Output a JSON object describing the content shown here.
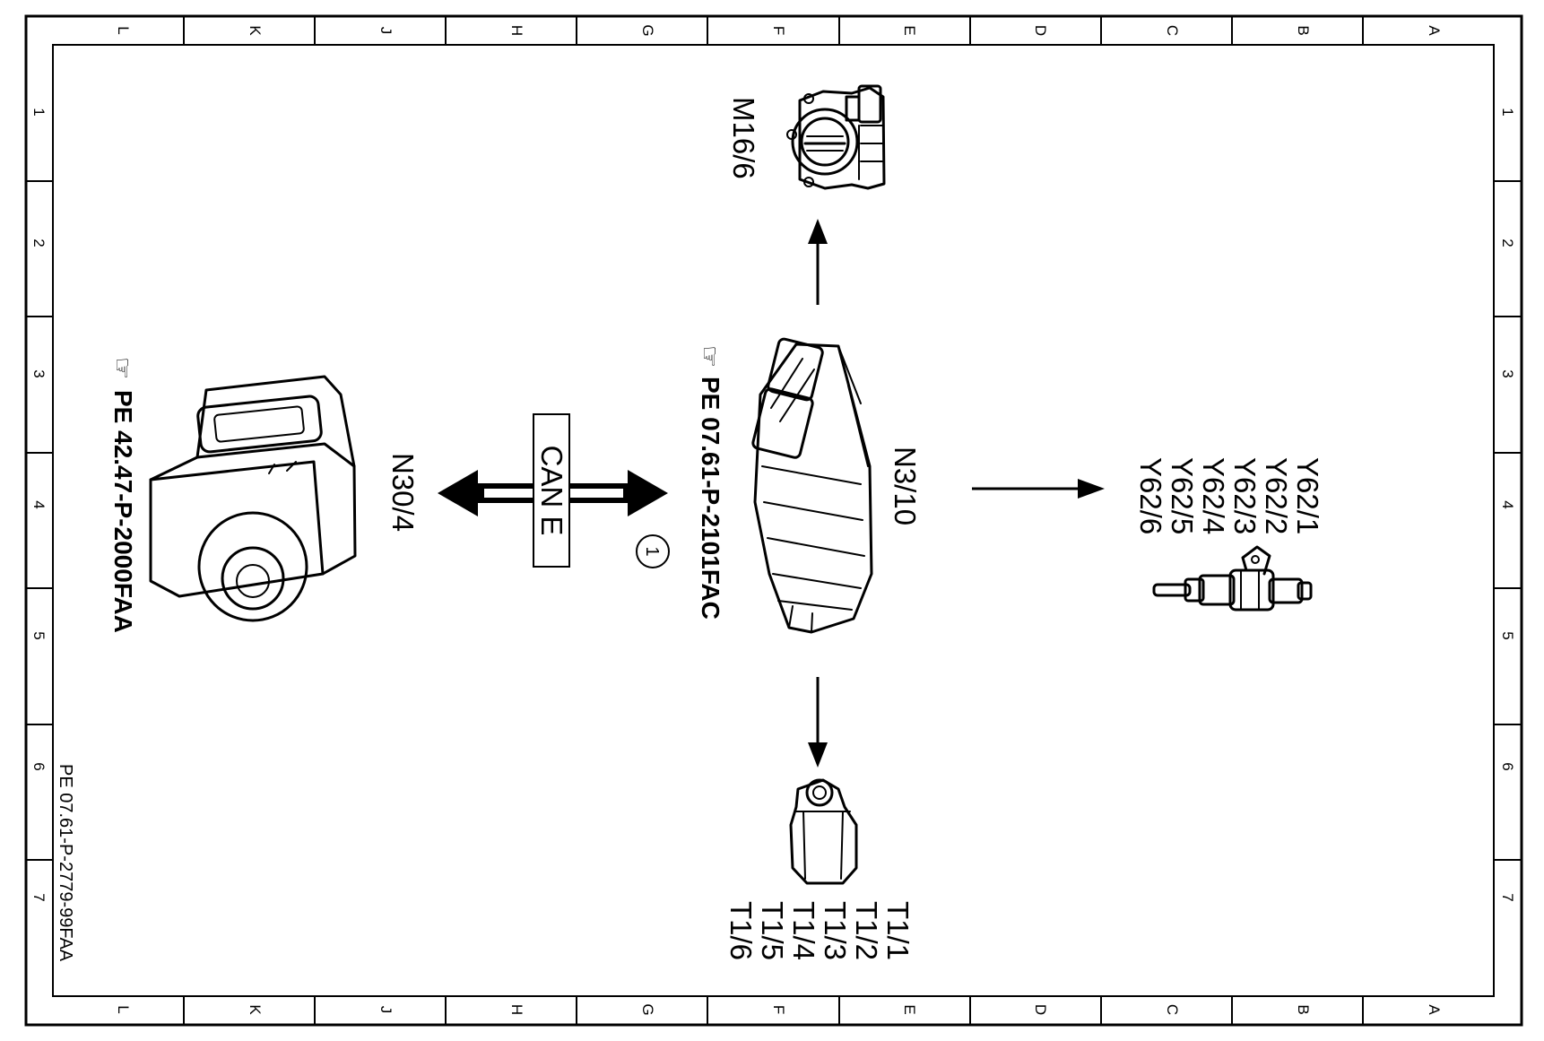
{
  "frame": {
    "column_letters": [
      "L",
      "K",
      "J",
      "H",
      "G",
      "F",
      "E",
      "D",
      "C",
      "B",
      "A"
    ],
    "row_numbers": [
      "1",
      "2",
      "3",
      "4",
      "5",
      "6",
      "7"
    ]
  },
  "document_number": "PE 07.61-P-2779-99FAA",
  "bus": {
    "label": "CAN E",
    "callout": "1"
  },
  "components": {
    "throttle": {
      "designation": "M16/6"
    },
    "control_unit": {
      "designation": "N3/10",
      "reference": "PE 07.61-P-2101FAC"
    },
    "abs_unit": {
      "designation": "N30/4",
      "reference": "PE 42.47-P-2000FAA"
    },
    "injectors": {
      "designations": [
        "Y62/1",
        "Y62/2",
        "Y62/3",
        "Y62/4",
        "Y62/5",
        "Y62/6"
      ]
    },
    "ignition_coils": {
      "designations": [
        "T1/1",
        "T1/2",
        "T1/3",
        "T1/4",
        "T1/5",
        "T1/6"
      ]
    }
  }
}
